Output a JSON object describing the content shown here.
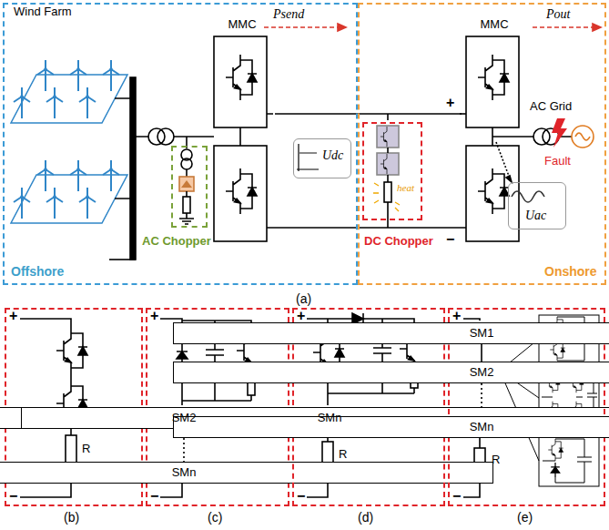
{
  "diagram": {
    "nodes": [
      {
        "text": [
          "Offshore"
        ]
      },
      {
        "text": [
          "Onshore"
        ]
      },
      {
        "text": [
          "MMC"
        ],
        "in": 0
      },
      {
        "text": [
          "AC Chopper"
        ],
        "in": 0
      },
      {
        "text": [
          "MMC"
        ],
        "in": 1
      },
      {
        "text": [
          "DC Chopper",
          "heat"
        ],
        "in": 1
      },
      {
        "text": [
          "Udc"
        ],
        "in": 0
      },
      {
        "text": [
          "Uac"
        ],
        "in": 1
      },
      {
        "text": [
          "(b)"
        ]
      },
      {
        "text": [
          "(c)"
        ]
      },
      {
        "text": [
          "SM2"
        ],
        "in": 9
      },
      {
        "text": [
          "SMn"
        ],
        "in": 9
      },
      {
        "text": [
          "(d)"
        ]
      },
      {
        "text": [
          "SMn"
        ],
        "in": 12
      },
      {
        "text": [
          "(e)"
        ]
      },
      {
        "text": [
          "SM1"
        ],
        "in": 14
      },
      {
        "text": [
          "SM2"
        ],
        "in": 14
      },
      {
        "text": [
          "SMn"
        ],
        "in": 14
      }
    ],
    "edges": [
      {
        "from": 2,
        "to": 4,
        "arrow": "none"
      },
      {
        "from": 10,
        "to": 11,
        "arrow": "none"
      },
      {
        "from": 15,
        "to": 16,
        "arrow": "none"
      },
      {
        "from": 16,
        "to": 17,
        "arrow": "none"
      }
    ],
    "labels": [
      "Wind Farm",
      "Psend",
      "+",
      "−",
      "Pout",
      "AC Grid",
      "Fault",
      "(a)",
      "+",
      "R",
      "−",
      "+",
      "−",
      "+",
      "R",
      "−",
      "+",
      "R",
      "−"
    ]
  }
}
